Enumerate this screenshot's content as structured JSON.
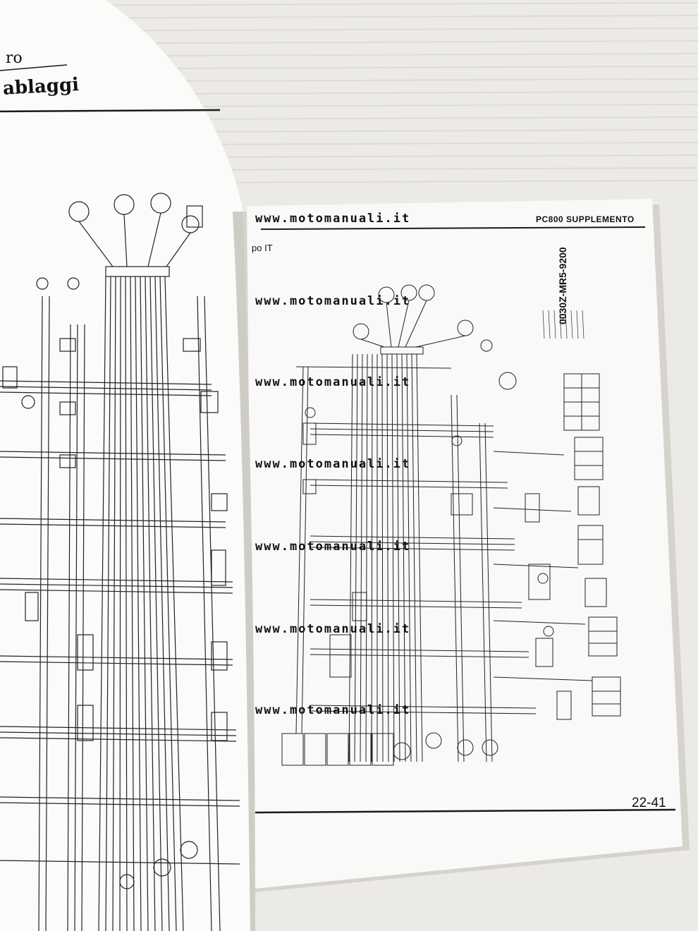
{
  "left_page": {
    "header_fragment": "ro",
    "title_fragment": "ablaggi"
  },
  "right_page": {
    "header": "PC800 SUPPLEMENTO",
    "subtitle_fragment": "po IT",
    "part_number": "0030Z-MR5-9200",
    "page_number": "22-41"
  },
  "watermark": {
    "text": "www.motomanuali.it",
    "repeat_count": 7
  },
  "colors": {
    "background": "#eceae6",
    "paper": "#f9f9f7",
    "ink": "#1a1a1a"
  }
}
